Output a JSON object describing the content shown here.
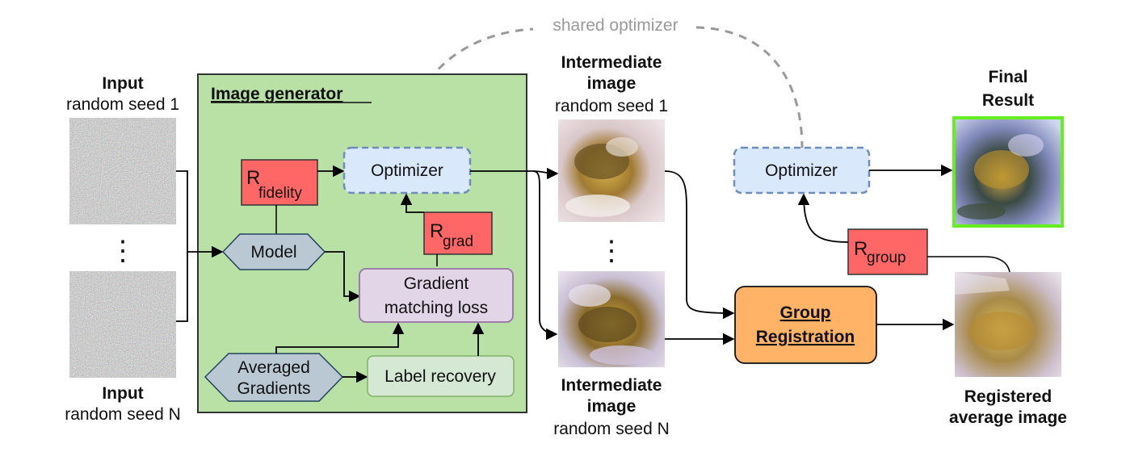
{
  "shared_optimizer_label": "shared optimizer",
  "input_top": {
    "title": "Input",
    "subtitle": "random seed 1"
  },
  "input_bottom": {
    "title": "Input",
    "subtitle": "random seed N"
  },
  "ellipsis": "⋮",
  "image_generator": {
    "title": "Image generator",
    "optimizer": "Optimizer",
    "r_fidelity": {
      "base": "R",
      "sub": "fidelity"
    },
    "r_grad": {
      "base": "R",
      "sub": "grad"
    },
    "model": "Model",
    "gradient_matching": {
      "line1": "Gradient",
      "line2": "matching loss"
    },
    "averaged_gradients": {
      "line1": "Averaged",
      "line2": "Gradients"
    },
    "label_recovery": "Label recovery"
  },
  "intermediate_top": {
    "line1": "Intermediate",
    "line2": "image",
    "line3": "random seed 1"
  },
  "intermediate_bottom": {
    "line1": "Intermediate",
    "line2": "image",
    "line3": "random seed N"
  },
  "group_registration": {
    "line1": "Group",
    "line2": "Registration"
  },
  "right_optimizer": "Optimizer",
  "r_group": {
    "base": "R",
    "sub": "group"
  },
  "final_result": {
    "line1": "Final",
    "line2": "Result"
  },
  "registered": {
    "line1": "Registered",
    "line2": "average image"
  },
  "colors": {
    "generator_fill": "#b9e0a5",
    "generator_stroke": "#333333",
    "optimizer_fill": "#dae8fc",
    "optimizer_stroke": "#6c8ebf",
    "reg_fill": "#ff6666",
    "hexagon_fill": "#bac8d3",
    "loss_fill": "#e1d5e7",
    "loss_stroke": "#9673a6",
    "label_recovery_fill": "#d5e8d4",
    "group_reg_fill": "#ffb366",
    "final_border": "#66ee22"
  }
}
